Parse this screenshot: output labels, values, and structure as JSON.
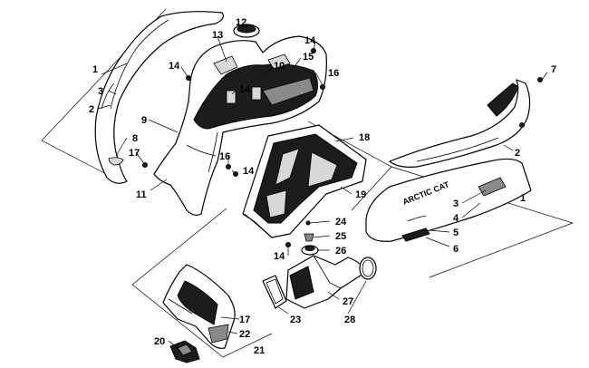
{
  "callouts": [
    {
      "id": "c1a",
      "label": "1"
    },
    {
      "id": "c2a",
      "label": "2"
    },
    {
      "id": "c3a",
      "label": "3"
    },
    {
      "id": "c8",
      "label": "8"
    },
    {
      "id": "c17a",
      "label": "17"
    },
    {
      "id": "c9",
      "label": "9"
    },
    {
      "id": "c11",
      "label": "11"
    },
    {
      "id": "c14a",
      "label": "14"
    },
    {
      "id": "c13",
      "label": "13"
    },
    {
      "id": "c12",
      "label": "12"
    },
    {
      "id": "c10",
      "label": "10"
    },
    {
      "id": "c14b",
      "label": "14"
    },
    {
      "id": "c14c",
      "label": "14"
    },
    {
      "id": "c15",
      "label": "15"
    },
    {
      "id": "c16a",
      "label": "16"
    },
    {
      "id": "c16b",
      "label": "16"
    },
    {
      "id": "c14d",
      "label": "14"
    },
    {
      "id": "c18",
      "label": "18"
    },
    {
      "id": "c19",
      "label": "19"
    },
    {
      "id": "c24",
      "label": "24"
    },
    {
      "id": "c25",
      "label": "25"
    },
    {
      "id": "c26",
      "label": "26"
    },
    {
      "id": "c14e",
      "label": "14"
    },
    {
      "id": "c27",
      "label": "27"
    },
    {
      "id": "c28",
      "label": "28"
    },
    {
      "id": "c23",
      "label": "23"
    },
    {
      "id": "c17b",
      "label": "17"
    },
    {
      "id": "c22",
      "label": "22"
    },
    {
      "id": "c20",
      "label": "20"
    },
    {
      "id": "c21",
      "label": "21"
    },
    {
      "id": "c7",
      "label": "7"
    },
    {
      "id": "c2b",
      "label": "2"
    },
    {
      "id": "c1b",
      "label": "1"
    },
    {
      "id": "c3b",
      "label": "3"
    },
    {
      "id": "c4",
      "label": "4"
    },
    {
      "id": "c5",
      "label": "5"
    },
    {
      "id": "c6",
      "label": "6"
    }
  ],
  "decal": {
    "brand_text": "ARCTIC CAT"
  }
}
